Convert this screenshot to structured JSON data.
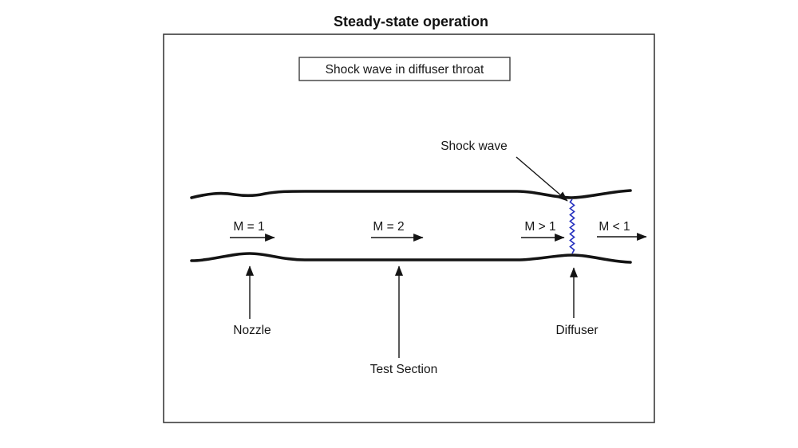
{
  "title": "Steady-state operation",
  "caption": "Shock wave in diffuser throat",
  "flow_labels": [
    {
      "id": "m1",
      "text": "M = 1"
    },
    {
      "id": "m2",
      "text": "M = 2"
    },
    {
      "id": "mgt1",
      "text": "M > 1"
    },
    {
      "id": "mlt1",
      "text": "M < 1"
    }
  ],
  "part_labels": {
    "shock_wave": "Shock wave",
    "nozzle": "Nozzle",
    "test_section": "Test Section",
    "diffuser": "Diffuser"
  },
  "colors": {
    "line": "#141414",
    "shock_wave": "#2a35c0",
    "background": "#ffffff"
  }
}
